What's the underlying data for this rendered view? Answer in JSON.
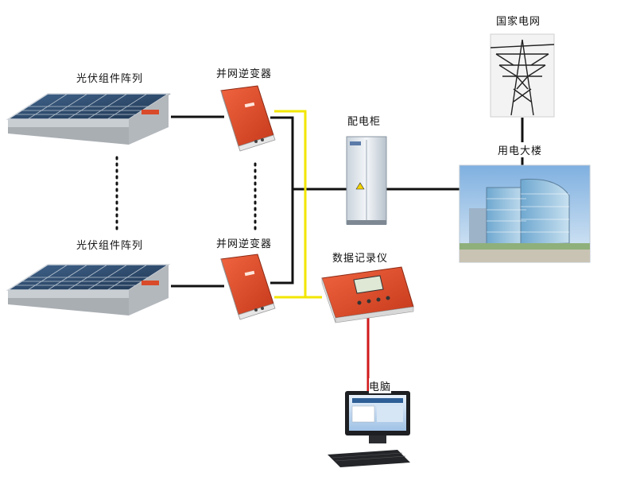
{
  "labels": {
    "pv_array_top": "光伏组件阵列",
    "pv_array_bottom": "光伏组件阵列",
    "inverter_top": "并网逆变器",
    "inverter_bottom": "并网逆变器",
    "distribution_cabinet": "配电柜",
    "data_logger": "数据记录仪",
    "national_grid": "国家电网",
    "building": "用电大楼",
    "computer": "电脑"
  },
  "colors": {
    "power_line": "#111111",
    "comm_line": "#f2e600",
    "data_line": "#d11a1a",
    "inverter_body": "#e0482a",
    "panel": "#2c4a6b"
  },
  "icons": {
    "pv_array": "solar-panel-icon",
    "inverter": "inverter-icon",
    "cabinet": "distribution-cabinet-icon",
    "logger": "data-logger-icon",
    "tower": "transmission-tower-icon",
    "building": "office-building-icon",
    "computer": "desktop-computer-icon"
  }
}
